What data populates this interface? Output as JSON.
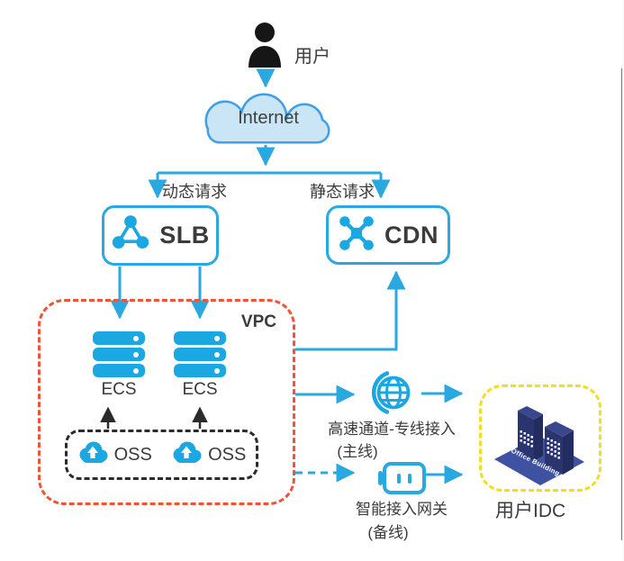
{
  "diagram": {
    "user": {
      "label": "用户"
    },
    "internet": {
      "label": "Internet"
    },
    "requests": {
      "dynamic": "动态请求",
      "static": "静态请求"
    },
    "slb": {
      "label": "SLB"
    },
    "cdn": {
      "label": "CDN"
    },
    "vpc": {
      "label": "VPC"
    },
    "ecs": {
      "left_label": "ECS",
      "right_label": "ECS"
    },
    "oss": {
      "left_label": "OSS",
      "right_label": "OSS"
    },
    "express_connect": {
      "label": "高速通道-专线接入",
      "sublabel": "(主线)"
    },
    "sag": {
      "label": "智能接入网关",
      "sublabel": "(备线)"
    },
    "idc": {
      "label": "用户IDC",
      "building_text": "Office Building"
    }
  },
  "colors": {
    "arrow_blue": "#29A9E0",
    "icon_blue": "#1BA7E2",
    "cloud_fill": "#C9E5F6",
    "cloud_border": "#3F9FE8",
    "vpc_dash_red": "#F05436",
    "oss_dash_black": "#2B2B2B",
    "idc_dash_yellow": "#F0DF1F",
    "building_navy": "#2A3570",
    "platform_blue": "#3F51A1",
    "text_dark": "#3B3B3B"
  }
}
